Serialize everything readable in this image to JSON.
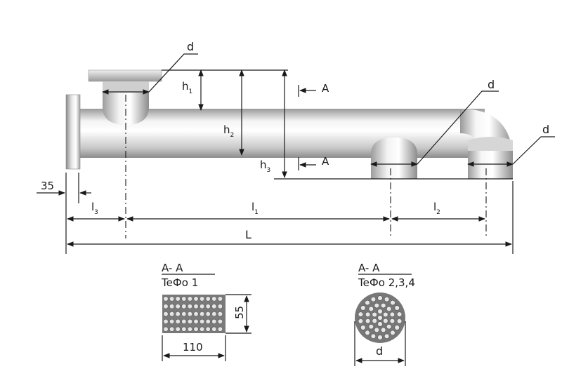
{
  "diagram": {
    "labels": {
      "d_top": "d",
      "d_mid": "d",
      "d_right": "d",
      "h1": "h",
      "h1_sub": "1",
      "h2": "h",
      "h2_sub": "2",
      "h3": "h",
      "h3_sub": "3",
      "section_top": "A",
      "section_bottom": "A",
      "flange_offset": "35",
      "l3": "l",
      "l3_sub": "3",
      "l1": "l",
      "l1_sub": "1",
      "l2": "l",
      "l2_sub": "2",
      "L": "L"
    },
    "section_1": {
      "title": "A- A",
      "subtitle": "TeФo 1",
      "width": "110",
      "height": "55",
      "hole_rows": 5,
      "hole_cols": 10
    },
    "section_2": {
      "title": "A- A",
      "subtitle": "TeФo 2,3,4",
      "diameter": "d"
    }
  }
}
